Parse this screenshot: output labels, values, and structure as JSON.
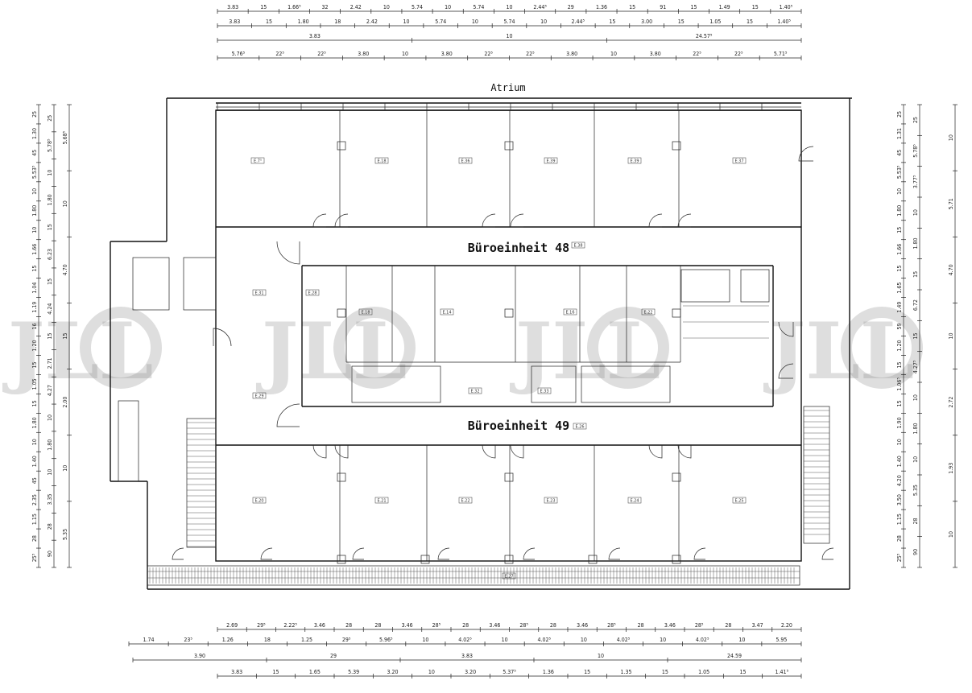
{
  "labels": {
    "atrium": "Atrium",
    "unit_48": "Büroeinheit  48",
    "unit_49": "Büroeinheit  49"
  },
  "watermark": {
    "text": "JLL",
    "color": "#8a8a8a"
  },
  "top_dim_rows": [
    [
      "3.83",
      "15",
      "1.66⁵",
      "32",
      "2.42",
      "10",
      "5.74",
      "10",
      "5.74",
      "10",
      "2.44⁵",
      "29",
      "1.36",
      "15",
      "91",
      "15",
      "1.49",
      "15",
      "1.40⁵"
    ],
    [
      "3.83",
      "15",
      "1.80",
      "18",
      "2.42",
      "10",
      "5.74",
      "10",
      "5.74",
      "10",
      "2.44⁵",
      "15",
      "3.00",
      "15",
      "1.05",
      "15",
      "1.40⁵"
    ],
    [
      "3.83",
      "10",
      "24.57⁵"
    ],
    [
      "5.76⁵",
      "22⁵",
      "22⁵",
      "3.80",
      "10",
      "3.80",
      "22⁵",
      "22⁵",
      "3.80",
      "10",
      "3.80",
      "22⁵",
      "22⁵",
      "5.71⁵"
    ]
  ],
  "bottom_dim_rows": [
    [
      "2.69",
      "29⁵",
      "2.22⁵",
      "3.46",
      "28",
      "28",
      "3.46",
      "28⁵",
      "28",
      "3.46",
      "28⁵",
      "28",
      "3.46",
      "28⁵",
      "28",
      "3.46",
      "28⁵",
      "28",
      "3.47",
      "2.20"
    ],
    [
      "1.74",
      "23⁵",
      "1.26",
      "18",
      "1.25",
      "29⁵",
      "5.96⁵",
      "10",
      "4.02⁵",
      "10",
      "4.02⁵",
      "10",
      "4.02⁵",
      "10",
      "4.02⁵",
      "10",
      "5.95"
    ],
    [
      "3.90",
      "29",
      "3.83",
      "10",
      "24.59"
    ],
    [
      "3.83",
      "15",
      "1.65",
      "5.39",
      "3.20",
      "10",
      "3.20",
      "5.37⁵",
      "1.36",
      "15",
      "1.35",
      "15",
      "1.05",
      "15",
      "1.41⁵"
    ]
  ],
  "left_dim_cols": [
    [
      "25",
      "1.30",
      "45",
      "5.53⁵",
      "10",
      "1.80",
      "10",
      "1.66",
      "15",
      "1.04",
      "1.19",
      "16",
      "1.20",
      "15",
      "1.05",
      "15",
      "1.80",
      "10",
      "1.40",
      "45",
      "2.35",
      "1.15",
      "28",
      "25⁵"
    ],
    [
      "25",
      "5.78⁵",
      "10",
      "1.80",
      "15",
      "6.23",
      "15",
      "4.24",
      "15",
      "2.71",
      "4.27",
      "10",
      "1.80",
      "10",
      "3.35",
      "28",
      "90"
    ],
    [
      "5.68⁵",
      "10",
      "4.70",
      "15",
      "2.00",
      "10",
      "5.35"
    ]
  ],
  "right_dim_cols": [
    [
      "25",
      "1.31",
      "45",
      "5.53⁵",
      "10",
      "1.80",
      "15",
      "1.66",
      "15",
      "1.65",
      "1.49",
      "59",
      "1.20",
      "15",
      "1.06⁵",
      "15",
      "1.90",
      "10",
      "1.40",
      "4.20",
      "3.50",
      "1.15",
      "28",
      "25⁵"
    ],
    [
      "25",
      "5.78⁵",
      "3.77⁵",
      "10",
      "1.80",
      "15",
      "6.72",
      "15",
      "4.27⁵",
      "10",
      "1.80",
      "10",
      "5.35",
      "28",
      "90"
    ],
    [
      "10",
      "5.71",
      "4.70",
      "10",
      "2.72",
      "1.93",
      "10"
    ]
  ],
  "room_tags": [
    "E.7⁵",
    "E.18",
    "E.36",
    "E.39",
    "E.39",
    "E.37",
    "E.38",
    "E.31",
    "E.18",
    "E.14",
    "E.16",
    "E.22",
    "E.32",
    "E.33",
    "E.29",
    "E.20",
    "E.21",
    "E.22",
    "E.23",
    "E.24",
    "E.25",
    "E.26",
    "E.27",
    "E.28"
  ],
  "room_tag_count": 24
}
